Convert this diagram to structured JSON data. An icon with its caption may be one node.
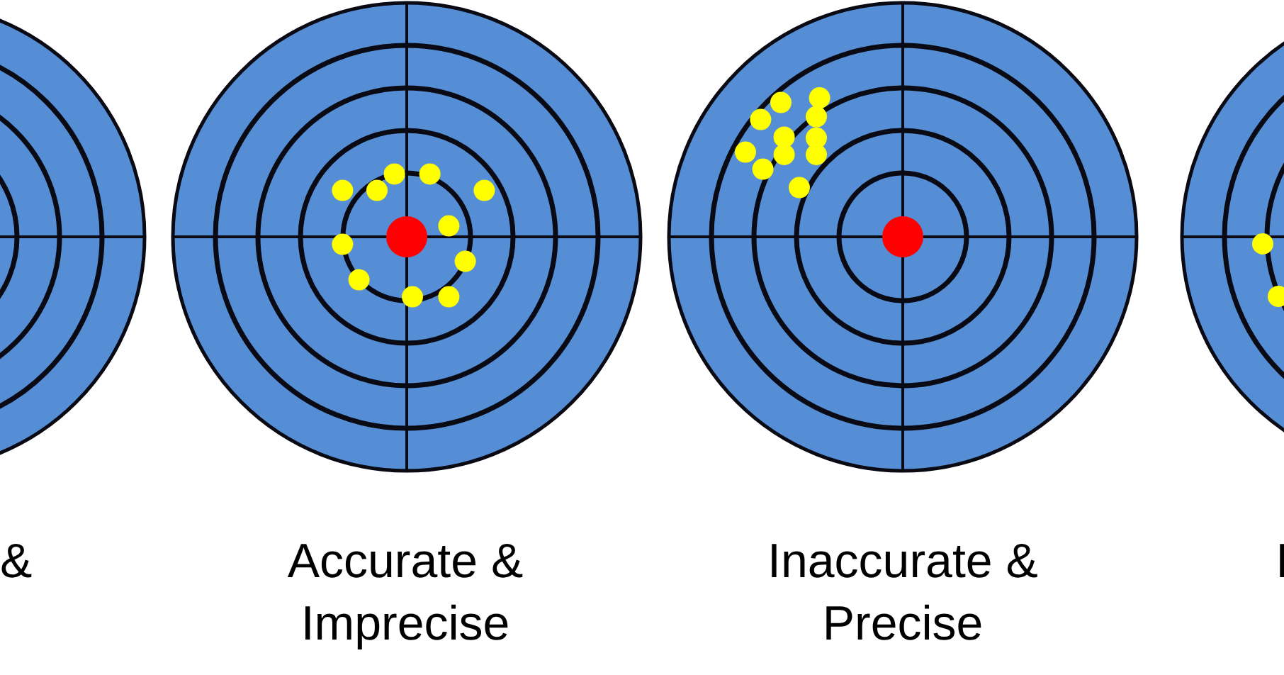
{
  "diagram": {
    "labels": [
      "&",
      "Accurate & Imprecise",
      "Inaccurate & Precise",
      "I"
    ]
  }
}
